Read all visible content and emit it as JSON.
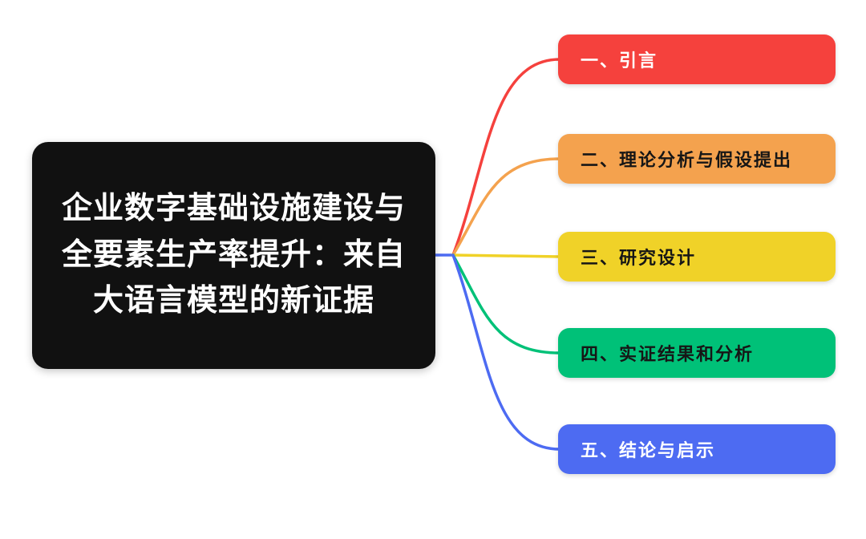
{
  "center": {
    "title": "企业数字基础设施建设与全要素生产率提升：来自大语言模型的新证据",
    "bg_color": "#111111",
    "text_color": "#FFFFFF"
  },
  "branches": [
    {
      "label": "一、引言",
      "color": "#F5413D",
      "text_color": "#FFFFFF"
    },
    {
      "label": "二、理论分析与假设提出",
      "color": "#F4A24E",
      "text_color": "#161616"
    },
    {
      "label": "三、研究设计",
      "color": "#F0D228",
      "text_color": "#161616"
    },
    {
      "label": "四、实证结果和分析",
      "color": "#00C178",
      "text_color": "#161616"
    },
    {
      "label": "五、结论与启示",
      "color": "#4D6BF2",
      "text_color": "#FFFFFF"
    }
  ],
  "connectors": {
    "trunk_color": "#4D6BF2"
  }
}
